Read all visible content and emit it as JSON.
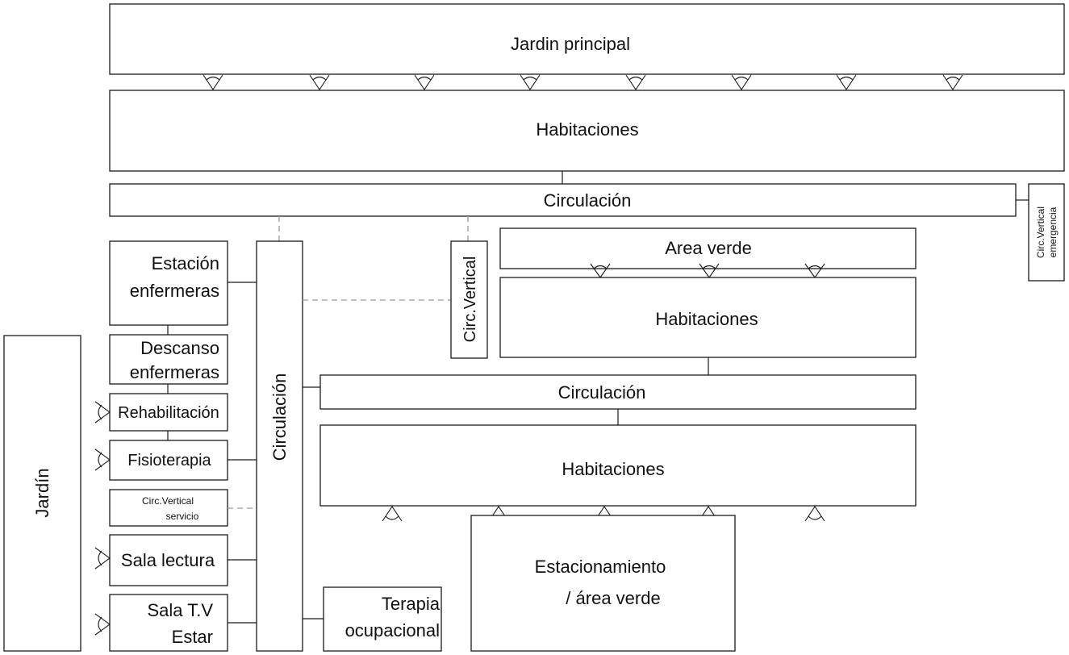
{
  "labels": {
    "jardin_principal": "Jardin principal",
    "habitaciones_top": "Habitaciones",
    "circulacion_top": "Circulación",
    "circ_vertical_emergencia_1": "Circ.Vertical",
    "circ_vertical_emergencia_2": "emergencia",
    "estacion_1": "Estación",
    "estacion_2": "enfermeras",
    "circulacion_vertical_col": "Circulación",
    "circ_vertical_mid": "Circ.Vertical",
    "area_verde": "Area verde",
    "habitaciones_mid": "Habitaciones",
    "descanso_1": "Descanso",
    "descanso_2": "enfermeras",
    "jardin_left": "Jardín",
    "rehabilitacion": "Rehabilitación",
    "circulacion_mid": "Circulación",
    "fisioterapia": "Fisioterapia",
    "habitaciones_bottom": "Habitaciones",
    "circ_vertical_servicio_1": "Circ.Vertical",
    "circ_vertical_servicio_2": "servicio",
    "sala_lectura": "Sala lectura",
    "estacionamiento_1": "Estacionamiento",
    "estacionamiento_2": "/ área verde",
    "sala_tv_1": "Sala T.V",
    "sala_tv_2": "Estar",
    "terapia_1": "Terapia",
    "terapia_2": "ocupacional"
  }
}
